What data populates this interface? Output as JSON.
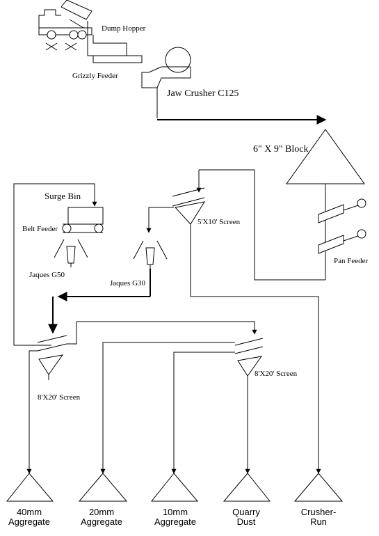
{
  "labels": {
    "dump_hopper": "Dump Hopper",
    "grizzly_feeder": "Grizzly Feeder",
    "jaw_crusher": "Jaw Crusher C125",
    "block": "6\" X 9\" Block",
    "surge_bin": "Surge Bin",
    "belt_feeder": "Belt Feeder",
    "jaques_g50": "Jaques G50",
    "jaques_g30": "Jaques G30",
    "screen_5x10": "5'X10' Screen",
    "pan_feeder": "Pan Feeder",
    "screen_8x20_left": "8'X20' Screen",
    "screen_8x20_right": "8'X20' Screen"
  },
  "products": [
    {
      "line1": "40mm",
      "line2": "Aggregate"
    },
    {
      "line1": "20mm",
      "line2": "Aggregate"
    },
    {
      "line1": "10mm",
      "line2": "Aggregate"
    },
    {
      "line1": "Quarry",
      "line2": "Dust"
    },
    {
      "line1": "Crusher-",
      "line2": "Run"
    }
  ]
}
